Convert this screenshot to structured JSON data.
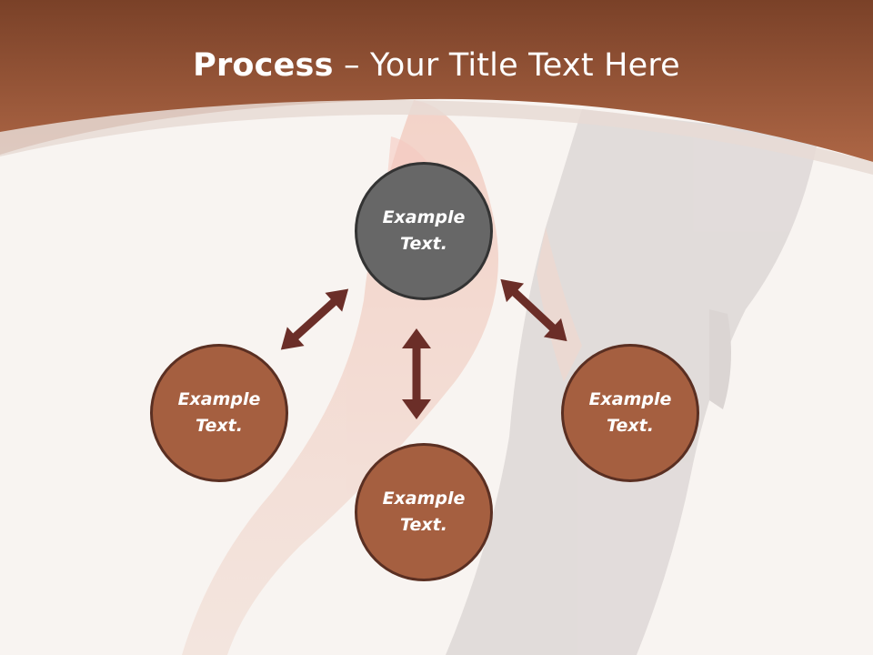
{
  "slide": {
    "title_bold": "Process",
    "title_rest": " – Your Title Text Here",
    "nodes": {
      "top": "Example Text.",
      "left": "Example Text.",
      "right": "Example Text.",
      "bottom": "Example Text."
    }
  },
  "colors": {
    "header": "#9a5236",
    "node_brown": "#a55f40",
    "node_gray": "#676767",
    "arrow": "#6b2e28",
    "background": "#f8f4f1"
  }
}
